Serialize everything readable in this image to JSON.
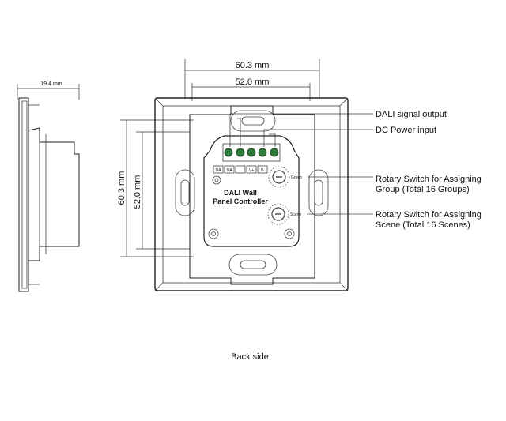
{
  "side_view": {
    "depth_label": "19.4 mm"
  },
  "dimensions": {
    "outer_width": "60.3 mm",
    "inner_width": "52.0 mm",
    "outer_height": "60.3 mm",
    "inner_height": "52.0 mm"
  },
  "module": {
    "title_line1": "DALI Wall",
    "title_line2": "Panel Controller",
    "pins": [
      "DA",
      "DA",
      "",
      "V+",
      "V-"
    ],
    "group_label": "Group",
    "scene_label": "Scene"
  },
  "callouts": {
    "dali_signal": "DALI signal output",
    "dc_power": "DC Power input",
    "rotary_group_line1": "Rotary Switch for Assigning",
    "rotary_group_line2": "Group  (Total 16 Groups)",
    "rotary_scene_line1": "Rotary Switch for Assigning",
    "rotary_scene_line2": "Scene (Total 16 Scenes)"
  },
  "caption": "Back side",
  "colors": {
    "terminal_green": "#2f7a3a"
  }
}
